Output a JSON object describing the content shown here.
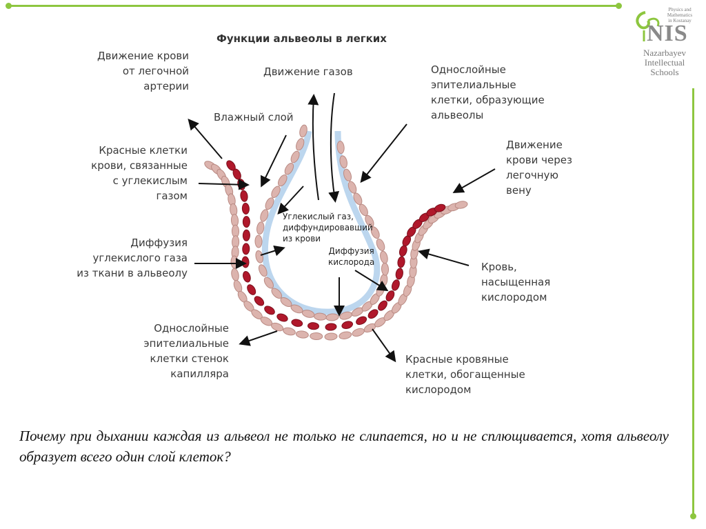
{
  "title": "Функции альвеолы в легких",
  "labels": {
    "blood_from_artery": [
      "Движение крови",
      "от легочной",
      "артерии"
    ],
    "gas_movement": "Движение газов",
    "moist_layer": "Влажный слой",
    "epithelial_alveoli": [
      "Однослойные",
      "эпителиальные",
      "клетки, образующие",
      "альвеолы"
    ],
    "red_cells_co2": [
      "Красные клетки",
      "крови, связанные",
      "с  углекислым",
      "газом"
    ],
    "blood_to_vein": [
      "Движение",
      "крови через",
      "легочную",
      "вену"
    ],
    "co2_diffusion_tissue": [
      "Диффузия",
      "углекислого газа",
      "из ткани в альвеолу"
    ],
    "co2_diffused_blood": [
      "Углекислый газ,",
      "диффундировавший",
      "из крови"
    ],
    "o2_diffusion": [
      "Диффузия",
      "кислорода"
    ],
    "oxygenated_blood": [
      "Кровь,",
      "насыщенная",
      "кислородом"
    ],
    "capillary_epithelial": [
      "Однослойные",
      "эпителиальные",
      "клетки стенок",
      "капилляра"
    ],
    "red_cells_o2": [
      "Красные кровяные",
      "клетки, обогащенные",
      "кислородом"
    ]
  },
  "question": "Почему при дыхании каждая из альвеол не только не слипается, но и не сплющивается, хотя альвеолу образует всего один слой клеток?",
  "logo": {
    "name": "NIS",
    "small_text": [
      "Physics and",
      "Mathematics",
      "in Kostanay"
    ],
    "school": [
      "Nazarbayev",
      "Intellectual",
      "Schools"
    ]
  },
  "colors": {
    "frame_green": "#8dc63f",
    "rbc_dark_red": "#b0182b",
    "epithelial_pink": "#dcb4ae",
    "moist_layer_blue": "#bcd6ee"
  }
}
